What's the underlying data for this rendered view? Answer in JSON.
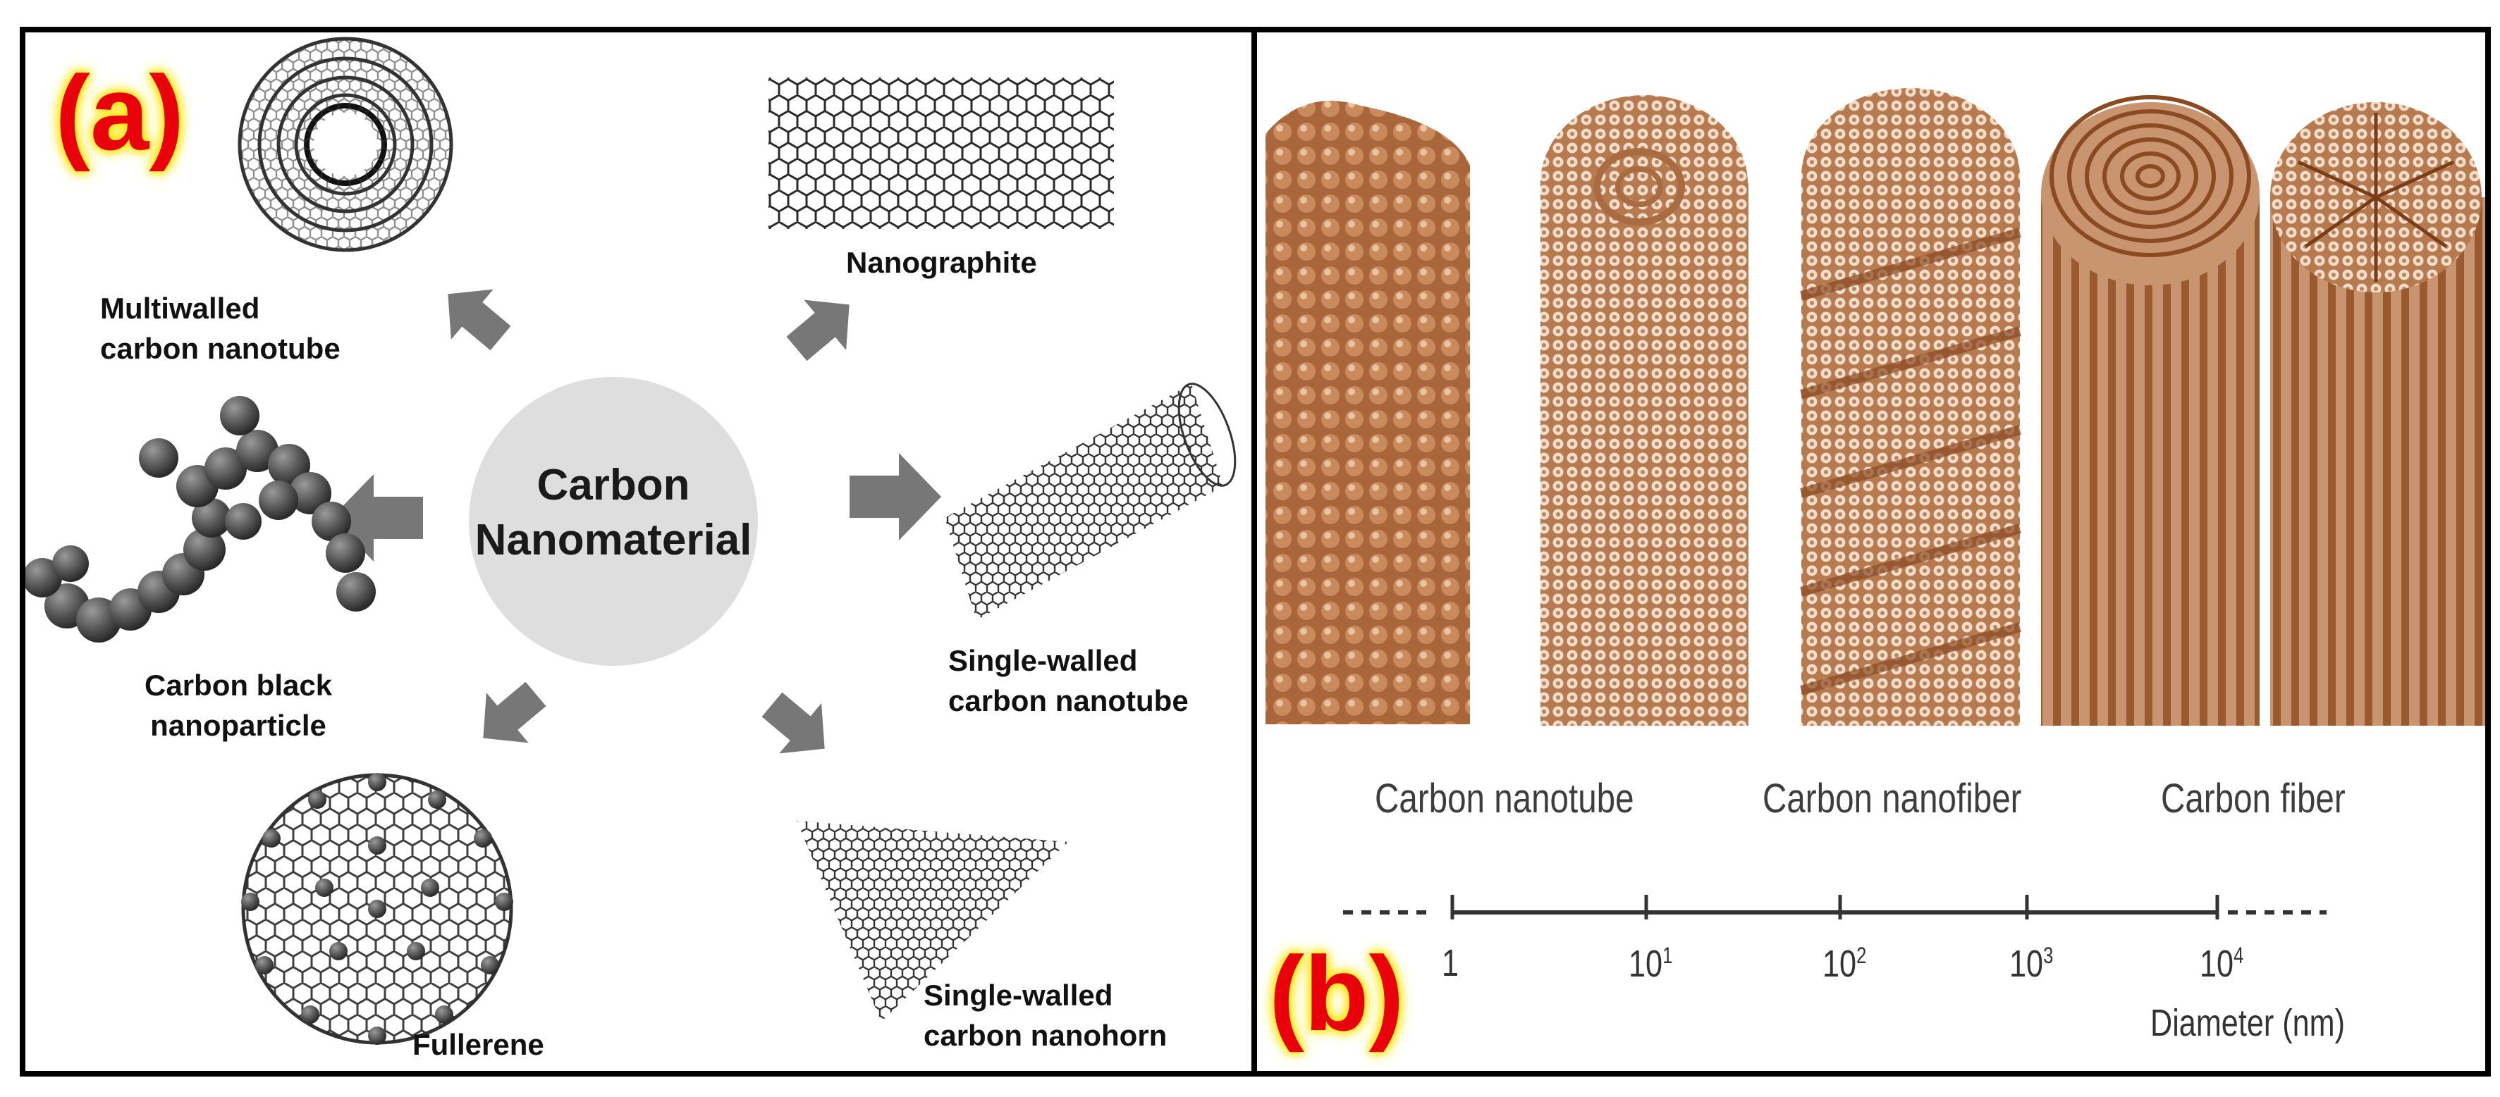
{
  "panel_a": {
    "letter": "(a)",
    "center": "Carbon\nNanomaterial",
    "items": {
      "mwcnt": "Multiwalled\ncarbon nanotube",
      "nanographite": "Nanographite",
      "swcnt": "Single-walled\ncarbon nanotube",
      "nanohorn": "Single-walled\ncarbon nanohorn",
      "fullerene": "Fullerene",
      "carbon_black": "Carbon black\nnanoparticle"
    }
  },
  "panel_b": {
    "letter": "(b)",
    "categories": [
      "Carbon nanotube",
      "Carbon nanofiber",
      "Carbon fiber"
    ],
    "axis": {
      "ticks": [
        "1",
        "10",
        "10",
        "10",
        "10"
      ],
      "exponents": [
        "",
        "1",
        "2",
        "3",
        "4"
      ],
      "label": "Diameter (nm)"
    }
  },
  "colors": {
    "accent": "#e8000b",
    "glow": "#ffe600",
    "arrow": "#777777",
    "circle": "#dedede",
    "brown": "#8a4a22"
  }
}
